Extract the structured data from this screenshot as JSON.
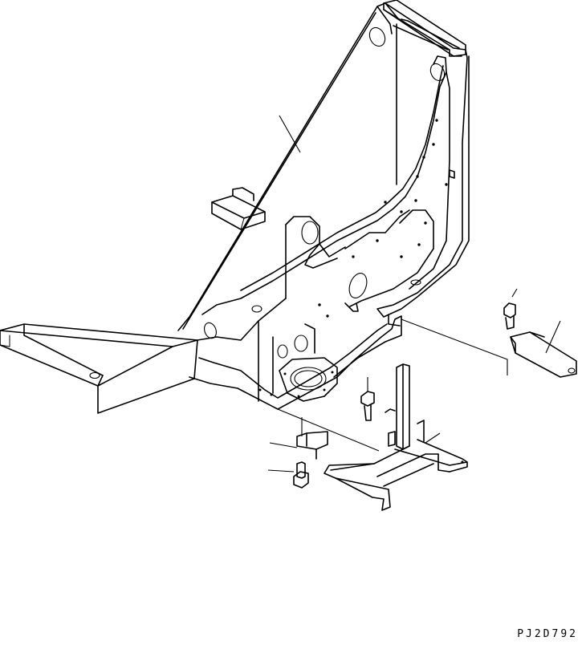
{
  "drawing": {
    "code": "PJ2D792",
    "parts": [
      {
        "name": "frame"
      },
      {
        "name": "bolt-upper-right"
      },
      {
        "name": "bracket-right"
      },
      {
        "name": "bolt-center"
      },
      {
        "name": "support-frame"
      },
      {
        "name": "bracket-left"
      },
      {
        "name": "bolt-left"
      }
    ]
  }
}
